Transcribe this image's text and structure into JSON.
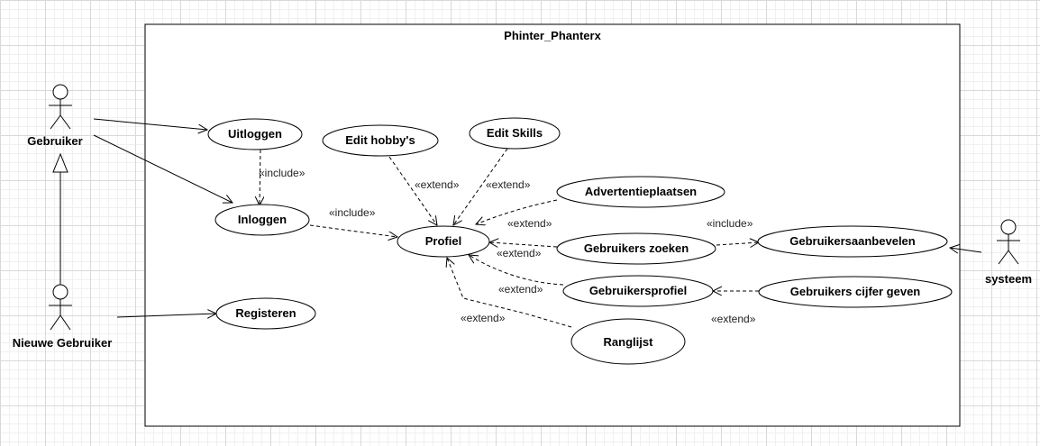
{
  "system": {
    "title": "Phinter_Phanterx"
  },
  "actors": {
    "gebruiker": "Gebruiker",
    "nieuwe_gebruiker": "Nieuwe Gebruiker",
    "systeem": "systeem"
  },
  "use_cases": {
    "uitloggen": "Uitloggen",
    "inloggen": "Inloggen",
    "registeren": "Registeren",
    "edit_hobbys": "Edit hobby's",
    "edit_skills": "Edit Skills",
    "profiel": "Profiel",
    "advertentieplaatsen": "Advertentieplaatsen",
    "gebruikers_zoeken": "Gebruikers zoeken",
    "gebruikersaanbevelen": "Gebruikersaanbevelen",
    "gebruikersprofiel": "Gebruikersprofiel",
    "gebruikers_cijfer_geven": "Gebruikers cijfer geven",
    "ranglijst": "Ranglijst"
  },
  "stereotypes": {
    "include_uitloggen_inloggen": "«include»",
    "include_inloggen_profiel": "«include»",
    "extend_hobbys": "«extend»",
    "extend_skills": "«extend»",
    "extend_advertentie": "«extend»",
    "extend_zoeken": "«extend»",
    "include_zoeken_aanbevelen": "«include»",
    "extend_gebruikersprofiel": "«extend»",
    "extend_ranglijst": "«extend»",
    "extend_cijfer": "«extend»"
  },
  "colors": {
    "line": "#000000",
    "fill": "#ffffff",
    "grid": "#d9d9d9"
  }
}
